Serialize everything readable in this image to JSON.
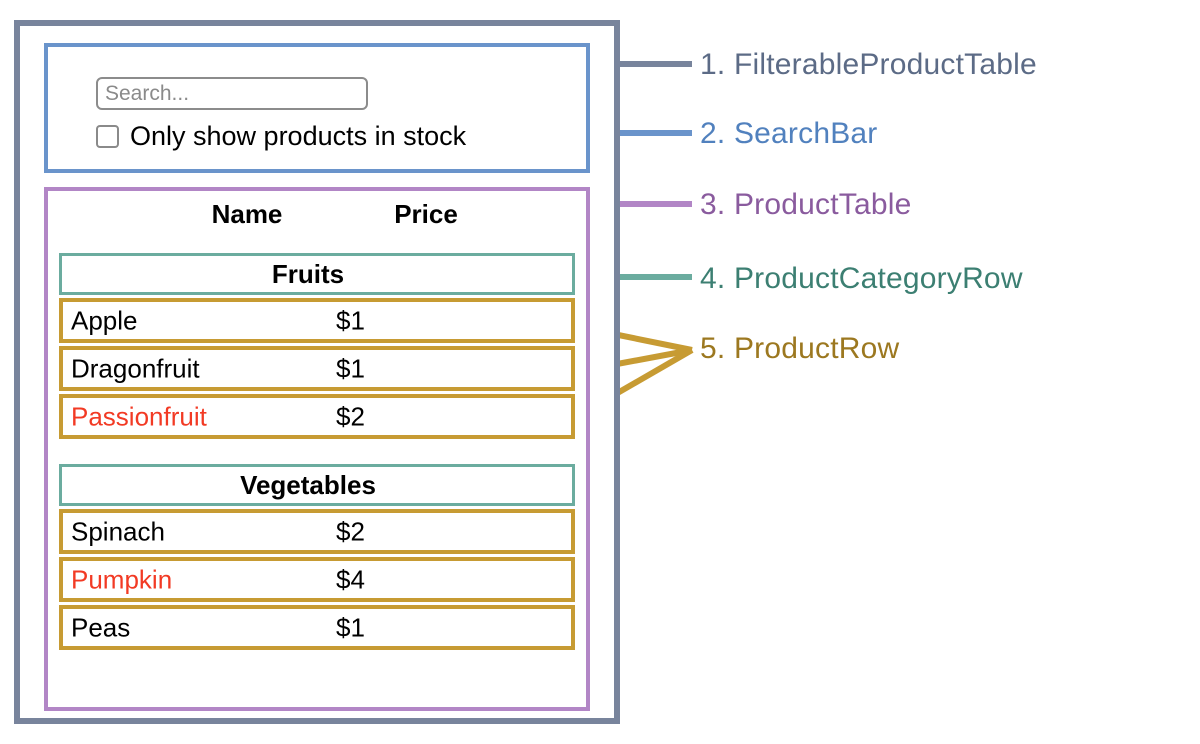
{
  "diagram": {
    "title": "React component hierarchy diagram",
    "colors": {
      "filterable_product_table": "#78849c",
      "search_bar": "#6a94cb",
      "product_table": "#b286c6",
      "product_category_row": "#6bac9f",
      "product_row": "#c79b33",
      "out_of_stock_text": "#f23a24"
    }
  },
  "annotations": [
    {
      "number": "1.",
      "name": "FilterableProductTable",
      "text": "1. FilterableProductTable",
      "color": "#5c6b86"
    },
    {
      "number": "2.",
      "name": "SearchBar",
      "text": "2. SearchBar",
      "color": "#5181be"
    },
    {
      "number": "3.",
      "name": "ProductTable",
      "text": "3. ProductTable",
      "color": "#8a5b9e"
    },
    {
      "number": "4.",
      "name": "ProductCategoryRow",
      "text": "4. ProductCategoryRow",
      "color": "#3c7f72"
    },
    {
      "number": "5.",
      "name": "ProductRow",
      "text": "5. ProductRow",
      "color": "#9c7820"
    }
  ],
  "search_bar": {
    "input_value": "",
    "input_placeholder": "Search...",
    "checkbox_checked": false,
    "checkbox_label": "Only show products in stock"
  },
  "product_table": {
    "columns": [
      "Name",
      "Price"
    ],
    "groups": [
      {
        "category": "Fruits",
        "products": [
          {
            "name": "Apple",
            "price": "$1",
            "in_stock": true
          },
          {
            "name": "Dragonfruit",
            "price": "$1",
            "in_stock": true
          },
          {
            "name": "Passionfruit",
            "price": "$2",
            "in_stock": false
          }
        ]
      },
      {
        "category": "Vegetables",
        "products": [
          {
            "name": "Spinach",
            "price": "$2",
            "in_stock": true
          },
          {
            "name": "Pumpkin",
            "price": "$4",
            "in_stock": false
          },
          {
            "name": "Peas",
            "price": "$1",
            "in_stock": true
          }
        ]
      }
    ]
  }
}
